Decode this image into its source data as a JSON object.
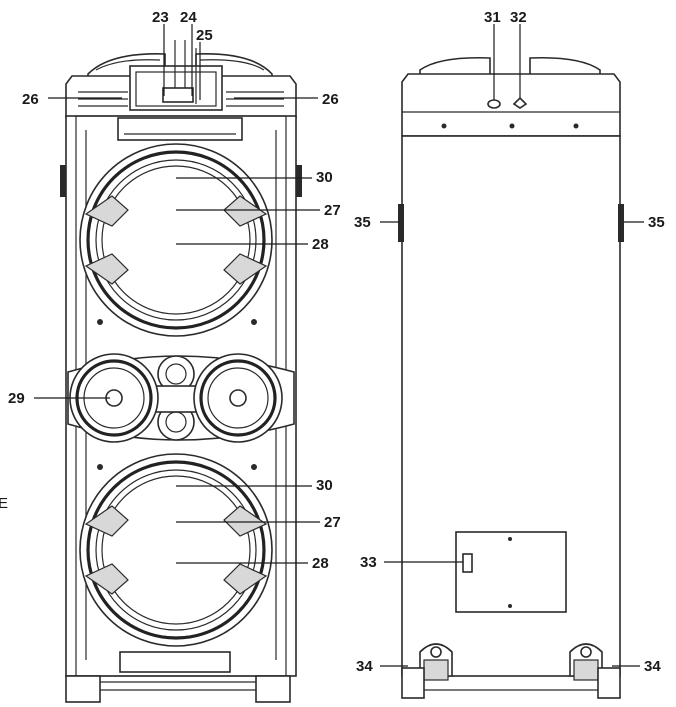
{
  "callouts": {
    "front_top_left": "23",
    "front_top_mid": "24",
    "front_top_right": "25",
    "front_side_left": "26",
    "front_side_right": "26",
    "upper_woofer_top": "30",
    "upper_woofer_mid": "27",
    "upper_woofer_low": "28",
    "tweeter": "29",
    "lower_woofer_top": "30",
    "lower_woofer_mid": "27",
    "lower_woofer_low": "28",
    "back_top_left": "31",
    "back_top_right": "32",
    "back_side_left": "35",
    "back_side_right": "35",
    "back_panel": "33",
    "wheel_left": "34",
    "wheel_right": "34",
    "edge_fragment": "E"
  }
}
